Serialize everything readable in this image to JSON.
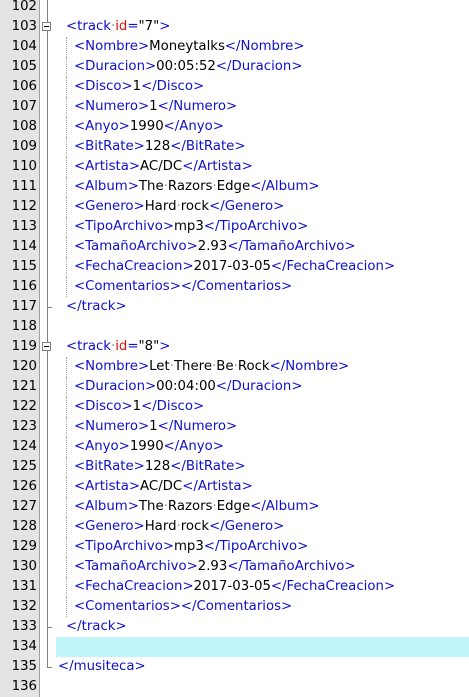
{
  "editor": {
    "current_line": 134,
    "lines": [
      {
        "num": "102",
        "fold": "line",
        "level": 0,
        "tokens": []
      },
      {
        "num": "103",
        "fold": "open",
        "level": 0,
        "tokens": [
          [
            "tg",
            "<track"
          ],
          [
            "dot",
            "·"
          ],
          [
            "at",
            "id"
          ],
          [
            "tg",
            "="
          ],
          [
            "val",
            "\"7\""
          ],
          [
            "tg",
            ">"
          ]
        ]
      },
      {
        "num": "104",
        "fold": "line",
        "level": 1,
        "tokens": [
          [
            "tg",
            "<Nombre>"
          ],
          [
            "tx",
            "Moneytalks"
          ],
          [
            "tg",
            "</Nombre>"
          ]
        ]
      },
      {
        "num": "105",
        "fold": "line",
        "level": 1,
        "tokens": [
          [
            "tg",
            "<Duracion>"
          ],
          [
            "tx",
            "00:05:52"
          ],
          [
            "tg",
            "</Duracion>"
          ]
        ]
      },
      {
        "num": "106",
        "fold": "line",
        "level": 1,
        "tokens": [
          [
            "tg",
            "<Disco>"
          ],
          [
            "tx",
            "1"
          ],
          [
            "tg",
            "</Disco>"
          ]
        ]
      },
      {
        "num": "107",
        "fold": "line",
        "level": 1,
        "tokens": [
          [
            "tg",
            "<Numero>"
          ],
          [
            "tx",
            "1"
          ],
          [
            "tg",
            "</Numero>"
          ]
        ]
      },
      {
        "num": "108",
        "fold": "line",
        "level": 1,
        "tokens": [
          [
            "tg",
            "<Anyo>"
          ],
          [
            "tx",
            "1990"
          ],
          [
            "tg",
            "</Anyo>"
          ]
        ]
      },
      {
        "num": "109",
        "fold": "line",
        "level": 1,
        "tokens": [
          [
            "tg",
            "<BitRate>"
          ],
          [
            "tx",
            "128"
          ],
          [
            "tg",
            "</BitRate>"
          ]
        ]
      },
      {
        "num": "110",
        "fold": "line",
        "level": 1,
        "tokens": [
          [
            "tg",
            "<Artista>"
          ],
          [
            "tx",
            "AC/DC"
          ],
          [
            "tg",
            "</Artista>"
          ]
        ]
      },
      {
        "num": "111",
        "fold": "line",
        "level": 1,
        "tokens": [
          [
            "tg",
            "<Album>"
          ],
          [
            "tx",
            "The"
          ],
          [
            "dot",
            "·"
          ],
          [
            "tx",
            "Razors"
          ],
          [
            "dot",
            "·"
          ],
          [
            "tx",
            "Edge"
          ],
          [
            "tg",
            "</Album>"
          ]
        ]
      },
      {
        "num": "112",
        "fold": "line",
        "level": 1,
        "tokens": [
          [
            "tg",
            "<Genero>"
          ],
          [
            "tx",
            "Hard"
          ],
          [
            "dot",
            "·"
          ],
          [
            "tx",
            "rock"
          ],
          [
            "tg",
            "</Genero>"
          ]
        ]
      },
      {
        "num": "113",
        "fold": "line",
        "level": 1,
        "tokens": [
          [
            "tg",
            "<TipoArchivo>"
          ],
          [
            "tx",
            "mp3"
          ],
          [
            "tg",
            "</TipoArchivo>"
          ]
        ]
      },
      {
        "num": "114",
        "fold": "line",
        "level": 1,
        "tokens": [
          [
            "tg",
            "<TamañoArchivo>"
          ],
          [
            "tx",
            "2.93"
          ],
          [
            "tg",
            "</TamañoArchivo>"
          ]
        ]
      },
      {
        "num": "115",
        "fold": "line",
        "level": 1,
        "tokens": [
          [
            "tg",
            "<FechaCreacion>"
          ],
          [
            "tx",
            "2017-03-05"
          ],
          [
            "tg",
            "</FechaCreacion>"
          ]
        ]
      },
      {
        "num": "116",
        "fold": "line",
        "level": 1,
        "tokens": [
          [
            "tg",
            "<Comentarios></Comentarios>"
          ]
        ]
      },
      {
        "num": "117",
        "fold": "end",
        "level": 0,
        "tokens": [
          [
            "tg",
            "</track>"
          ]
        ]
      },
      {
        "num": "118",
        "fold": "line",
        "level": 0,
        "tokens": []
      },
      {
        "num": "119",
        "fold": "open",
        "level": 0,
        "tokens": [
          [
            "tg",
            "<track"
          ],
          [
            "dot",
            "·"
          ],
          [
            "at",
            "id"
          ],
          [
            "tg",
            "="
          ],
          [
            "val",
            "\"8\""
          ],
          [
            "tg",
            ">"
          ]
        ]
      },
      {
        "num": "120",
        "fold": "line",
        "level": 1,
        "tokens": [
          [
            "tg",
            "<Nombre>"
          ],
          [
            "tx",
            "Let"
          ],
          [
            "dot",
            "·"
          ],
          [
            "tx",
            "There"
          ],
          [
            "dot",
            "·"
          ],
          [
            "tx",
            "Be"
          ],
          [
            "dot",
            "·"
          ],
          [
            "tx",
            "Rock"
          ],
          [
            "tg",
            "</Nombre>"
          ]
        ]
      },
      {
        "num": "121",
        "fold": "line",
        "level": 1,
        "tokens": [
          [
            "tg",
            "<Duracion>"
          ],
          [
            "tx",
            "00:04:00"
          ],
          [
            "tg",
            "</Duracion>"
          ]
        ]
      },
      {
        "num": "122",
        "fold": "line",
        "level": 1,
        "tokens": [
          [
            "tg",
            "<Disco>"
          ],
          [
            "tx",
            "1"
          ],
          [
            "tg",
            "</Disco>"
          ]
        ]
      },
      {
        "num": "123",
        "fold": "line",
        "level": 1,
        "tokens": [
          [
            "tg",
            "<Numero>"
          ],
          [
            "tx",
            "1"
          ],
          [
            "tg",
            "</Numero>"
          ]
        ]
      },
      {
        "num": "124",
        "fold": "line",
        "level": 1,
        "tokens": [
          [
            "tg",
            "<Anyo>"
          ],
          [
            "tx",
            "1990"
          ],
          [
            "tg",
            "</Anyo>"
          ]
        ]
      },
      {
        "num": "125",
        "fold": "line",
        "level": 1,
        "tokens": [
          [
            "tg",
            "<BitRate>"
          ],
          [
            "tx",
            "128"
          ],
          [
            "tg",
            "</BitRate>"
          ]
        ]
      },
      {
        "num": "126",
        "fold": "line",
        "level": 1,
        "tokens": [
          [
            "tg",
            "<Artista>"
          ],
          [
            "tx",
            "AC/DC"
          ],
          [
            "tg",
            "</Artista>"
          ]
        ]
      },
      {
        "num": "127",
        "fold": "line",
        "level": 1,
        "tokens": [
          [
            "tg",
            "<Album>"
          ],
          [
            "tx",
            "The"
          ],
          [
            "dot",
            "·"
          ],
          [
            "tx",
            "Razors"
          ],
          [
            "dot",
            "·"
          ],
          [
            "tx",
            "Edge"
          ],
          [
            "tg",
            "</Album>"
          ]
        ]
      },
      {
        "num": "128",
        "fold": "line",
        "level": 1,
        "tokens": [
          [
            "tg",
            "<Genero>"
          ],
          [
            "tx",
            "Hard"
          ],
          [
            "dot",
            "·"
          ],
          [
            "tx",
            "rock"
          ],
          [
            "tg",
            "</Genero>"
          ]
        ]
      },
      {
        "num": "129",
        "fold": "line",
        "level": 1,
        "tokens": [
          [
            "tg",
            "<TipoArchivo>"
          ],
          [
            "tx",
            "mp3"
          ],
          [
            "tg",
            "</TipoArchivo>"
          ]
        ]
      },
      {
        "num": "130",
        "fold": "line",
        "level": 1,
        "tokens": [
          [
            "tg",
            "<TamañoArchivo>"
          ],
          [
            "tx",
            "2.93"
          ],
          [
            "tg",
            "</TamañoArchivo>"
          ]
        ]
      },
      {
        "num": "131",
        "fold": "line",
        "level": 1,
        "tokens": [
          [
            "tg",
            "<FechaCreacion>"
          ],
          [
            "tx",
            "2017-03-05"
          ],
          [
            "tg",
            "</FechaCreacion>"
          ]
        ]
      },
      {
        "num": "132",
        "fold": "line",
        "level": 1,
        "tokens": [
          [
            "tg",
            "<Comentarios></Comentarios>"
          ]
        ]
      },
      {
        "num": "133",
        "fold": "end",
        "level": 0,
        "tokens": [
          [
            "tg",
            "</track>"
          ]
        ]
      },
      {
        "num": "134",
        "fold": "line",
        "level": 0,
        "tokens": []
      },
      {
        "num": "135",
        "fold": "root-end",
        "level": -1,
        "tokens": [
          [
            "tg",
            "</musiteca>"
          ]
        ]
      },
      {
        "num": "136",
        "fold": "none",
        "level": -1,
        "tokens": []
      }
    ]
  }
}
